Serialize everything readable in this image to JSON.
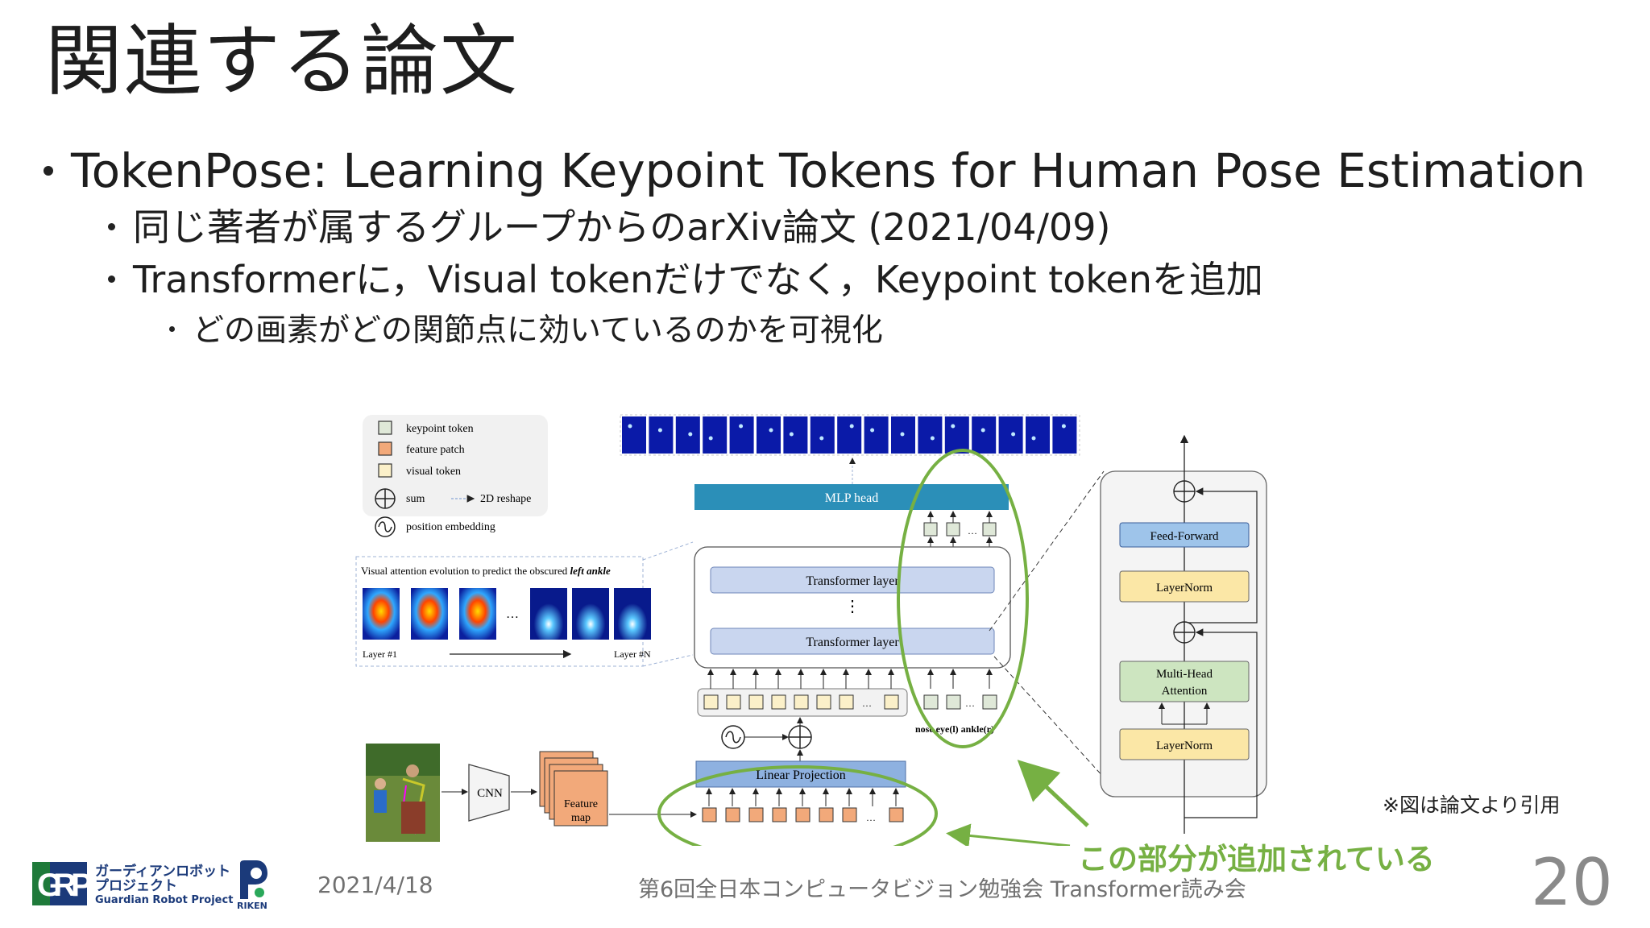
{
  "slide": {
    "title": "関連する論文",
    "bullet1": "TokenPose: Learning Keypoint Tokens for Human Pose Estimation",
    "sub1": "同じ著者が属するグループからのarXiv論文 (2021/04/09)",
    "sub2": "Transformerに，Visual tokenだけでなく，Keypoint tokenを追加",
    "subsub1": "どの画素がどの関節点に効いているのかを可視化"
  },
  "figure": {
    "legend": {
      "keypoint_token": "keypoint token",
      "feature_patch": "feature patch",
      "visual_token": "visual token",
      "sum": "sum",
      "reshape": "2D reshape",
      "position_embedding": "position embedding"
    },
    "attention_caption": "Visual attention evolution to predict the obscured",
    "attention_caption_emph": "left ankle",
    "layer_first": "Layer #1",
    "layer_last": "Layer #N",
    "mlp_head": "MLP head",
    "transformer_layer_top": "Transformer layer",
    "transformer_layer_bottom": "Transformer layer",
    "linear_projection": "Linear Projection",
    "cnn": "CNN",
    "feature_map_line1": "Feature",
    "feature_map_line2": "map",
    "keypoint_names": "nose eye(l)  ankle(r)",
    "feed_forward": "Feed-Forward",
    "layernorm_top": "LayerNorm",
    "multi_head_line1": "Multi-Head",
    "multi_head_line2": "Attention",
    "layernorm_bottom": "LayerNorm",
    "annotation": "この部分が追加されている"
  },
  "colors": {
    "keypoint_token": "#dfe8d8",
    "feature_patch": "#f2a97a",
    "visual_token": "#fbf0c9",
    "mlp_head": "#2b8fb8",
    "linear_projection": "#8eb1e0",
    "feed_forward": "#9ec4ea",
    "layernorm": "#fbe7a6",
    "multi_head": "#cde5c0",
    "highlight": "#76b043"
  },
  "note": "※図は論文より引用",
  "footer": {
    "date": "2021/4/18",
    "event": "第6回全日本コンピュータビジョン勉強会 Transformer読み会",
    "page": "20",
    "logo_jp_line1": "ガーディアンロボット",
    "logo_jp_line2": "プロジェクト",
    "logo_en": "Guardian Robot Project",
    "riken": "RIKEN"
  }
}
